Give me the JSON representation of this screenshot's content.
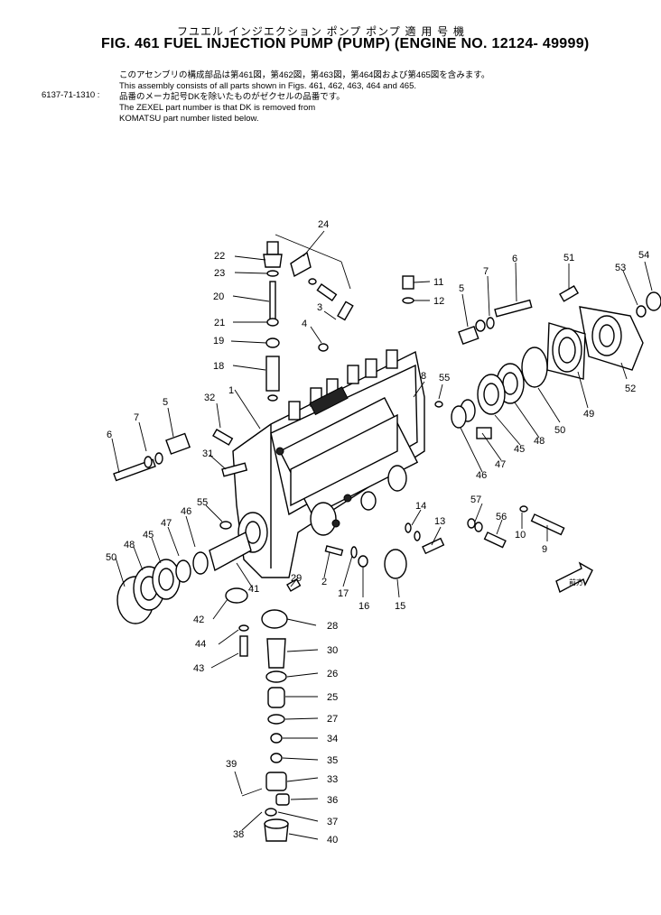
{
  "header": {
    "jp_title": "フユエル インジエクション ポンプ   ポンプ      適 用 号 機",
    "en_title": "FIG. 461  FUEL INJECTION PUMP (PUMP) (ENGINE NO. 12124- 49999)"
  },
  "notes": {
    "jp_line1": "このアセンブリの構成部品は第461図，第462図，第463図，第464図および第465図を含みます。",
    "part_code": "6137-71-1310 :",
    "en_line1": "This assembly consists of all parts shown in Figs. 461, 462, 463, 464 and 465.",
    "jp_line2": "品番のメーカ記号DKを除いたものがゼクセルの品番です。",
    "en_line2": "The ZEXEL part number is that DK is removed from",
    "en_line3": "KOMATSU part number listed below."
  },
  "callouts": {
    "c1": "1",
    "c2": "2",
    "c3": "3",
    "c4": "4",
    "c5a": "5",
    "c5b": "5",
    "c6a": "6",
    "c6b": "6",
    "c7a": "7",
    "c7b": "7",
    "c8": "8",
    "c9": "9",
    "c10": "10",
    "c11": "11",
    "c12": "12",
    "c13": "13",
    "c14": "14",
    "c15": "15",
    "c16": "16",
    "c17": "17",
    "c18": "18",
    "c19": "19",
    "c20": "20",
    "c21": "21",
    "c22": "22",
    "c23": "23",
    "c24": "24",
    "c25": "25",
    "c26": "26",
    "c27": "27",
    "c28": "28",
    "c29": "29",
    "c30": "30",
    "c31": "31",
    "c32": "32",
    "c33": "33",
    "c34": "34",
    "c35": "35",
    "c36": "36",
    "c37": "37",
    "c38": "38",
    "c39": "39",
    "c40": "40",
    "c41": "41",
    "c42": "42",
    "c43": "43",
    "c44": "44",
    "c45a": "45",
    "c45b": "45",
    "c46a": "46",
    "c46b": "46",
    "c47a": "47",
    "c47b": "47",
    "c48a": "48",
    "c48b": "48",
    "c49": "49",
    "c50a": "50",
    "c50b": "50",
    "c51": "51",
    "c52": "52",
    "c53": "53",
    "c54": "54",
    "c55a": "55",
    "c55b": "55",
    "c56": "56",
    "c57": "57"
  },
  "front_arrow_label": "前方"
}
